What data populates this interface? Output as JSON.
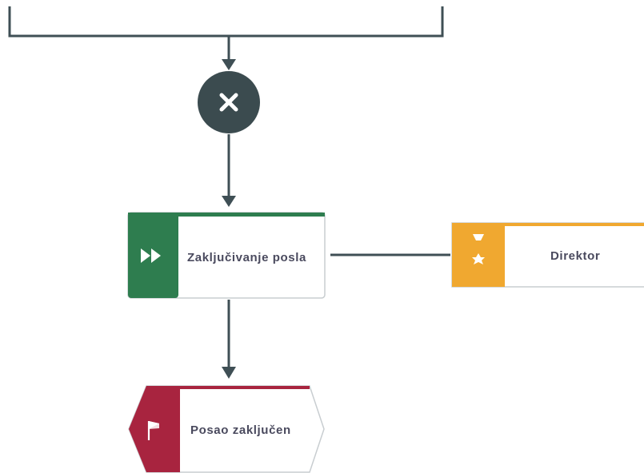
{
  "diagram": {
    "gateway": {
      "type": "xor-merge",
      "icon": "close-x-icon"
    },
    "function_node": {
      "label": "Zaključivanje posla",
      "icon": "fast-forward-icon",
      "color": "#2e7d4f"
    },
    "role_node": {
      "label": "Direktor",
      "icon": "person-role-icon",
      "color": "#f0a830"
    },
    "event_node": {
      "label": "Posao zaključen",
      "icon": "flag-icon",
      "color": "#a8243f"
    },
    "colors": {
      "connector": "#3f4f55",
      "gateway": "#3b4b4f",
      "node_border": "#c8cdd0"
    }
  }
}
